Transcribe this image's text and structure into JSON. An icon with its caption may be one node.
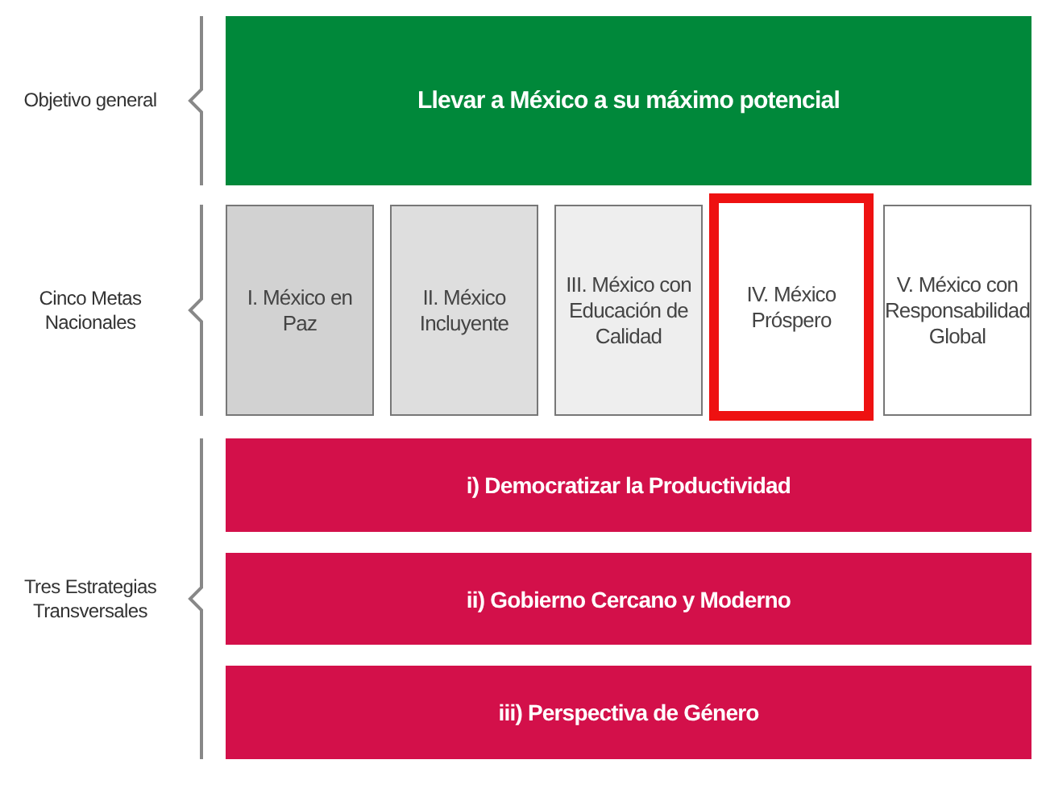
{
  "diagram": {
    "nodes": [
      {
        "text": [
          "Llevar a México a su máximo potencial"
        ]
      },
      {
        "text": [
          "I. México en Paz"
        ]
      },
      {
        "text": [
          "II. México Incluyente"
        ]
      },
      {
        "text": [
          "III. México con Educación de Calidad"
        ]
      },
      {
        "text": [
          "IV. México Próspero"
        ]
      },
      {
        "text": [
          "V. México con Responsabilidad Global"
        ]
      },
      {
        "text": [
          "i) Democratizar la Productividad"
        ]
      },
      {
        "text": [
          "ii) Gobierno Cercano y Moderno"
        ]
      },
      {
        "text": [
          "iii) Perspectiva de Género"
        ]
      }
    ],
    "labels": [
      "Objetivo general",
      "Cinco Metas Nacionales",
      "Tres Estrategias Transversales"
    ]
  }
}
